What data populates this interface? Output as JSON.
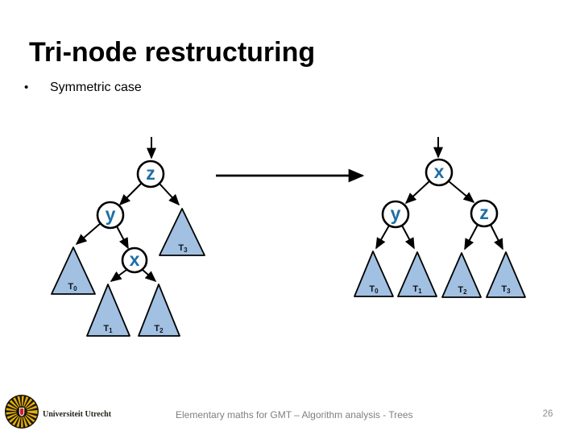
{
  "slide": {
    "title": "Tri-node restructuring",
    "bullet_char": "•",
    "bullet_text": "Symmetric case"
  },
  "diagram": {
    "left_tree": {
      "nodes": {
        "z": "z",
        "y": "y",
        "x": "x"
      },
      "subtrees": [
        {
          "base": "T",
          "sub": "0"
        },
        {
          "base": "T",
          "sub": "1"
        },
        {
          "base": "T",
          "sub": "2"
        },
        {
          "base": "T",
          "sub": "3"
        }
      ]
    },
    "right_tree": {
      "nodes": {
        "x": "x",
        "y": "y",
        "z": "z"
      },
      "subtrees": [
        {
          "base": "T",
          "sub": "0"
        },
        {
          "base": "T",
          "sub": "1"
        },
        {
          "base": "T",
          "sub": "2"
        },
        {
          "base": "T",
          "sub": "3"
        }
      ]
    }
  },
  "footer": {
    "logo_text": "Universiteit Utrecht",
    "course_text": "Elementary maths for GMT – Algorithm analysis - Trees",
    "page_number": "26"
  },
  "colors": {
    "node_label_blue": "#1d6fa5",
    "subtree_fill": "#a1c0e2",
    "edge_black": "#000000",
    "footer_gray": "#7f7f7f",
    "logo_gold": "#e2af0b",
    "logo_red": "#cf1f25"
  }
}
